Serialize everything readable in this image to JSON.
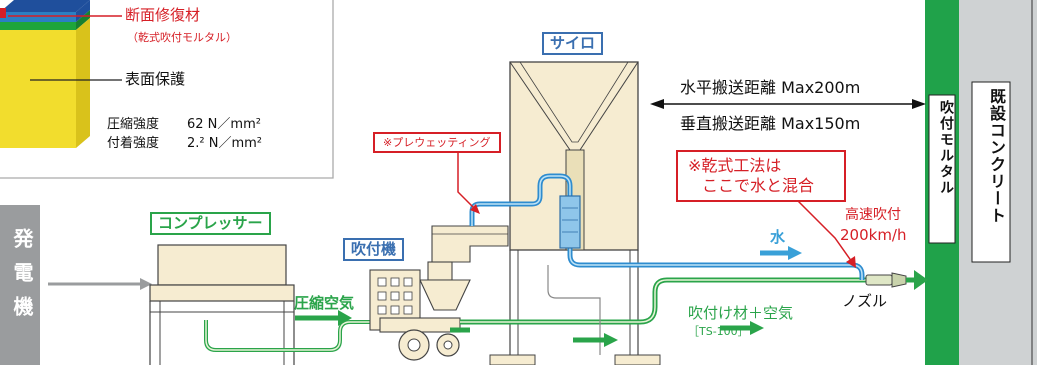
{
  "legend": {
    "repair_material": "断面修復材",
    "repair_material_note": "（乾式吹付モルタル）",
    "surface_protection": "表面保護",
    "compressive_strength_label": "圧縮強度",
    "compressive_strength_value": "62 N／mm²",
    "adhesion_strength_label": "付着強度",
    "adhesion_strength_value": "2.² N／mm²"
  },
  "equipment": {
    "generator": "発電機",
    "compressor": "コンプレッサー",
    "spray_machine": "吹付機",
    "silo": "サイロ"
  },
  "labels": {
    "prewetting": "※プレウェッティング",
    "dry_method_note_1": "※乾式工法は",
    "dry_method_note_2": "ここで水と混合",
    "horizontal_distance": "水平搬送距離 Max200m",
    "vertical_distance": "垂直搬送距離 Max150m",
    "high_speed_1": "高速吹付",
    "high_speed_2": "200km/h",
    "water": "水",
    "compressed_air": "圧縮空気",
    "spray_material_air": "吹付け材＋空気",
    "product_code": "［TS-100］",
    "nozzle": "ノズル",
    "spray_mortar": "吹付モルタル",
    "existing_concrete": "既設コンクリート"
  },
  "colors": {
    "accent_green": "#2aa44a",
    "accent_red": "#d61f26",
    "blue_label": "#3a6fb0",
    "water_blue": "#39a0d8",
    "silo_beige": "#f6ecd1",
    "yellow_layer": "#f2dd2d"
  }
}
